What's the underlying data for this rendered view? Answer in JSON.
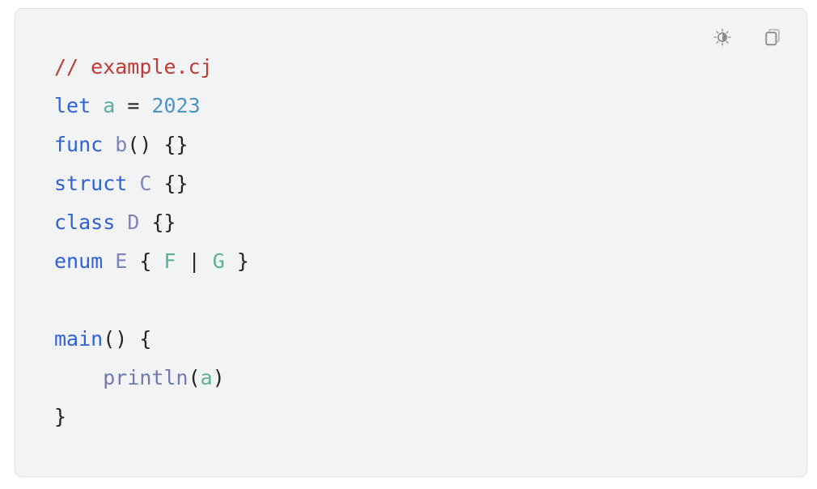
{
  "card": {
    "background_color": "#f1f3f4",
    "border_color": "#e2e4e6",
    "language": "cj"
  },
  "toolbar": {
    "items": [
      {
        "name": "brightness-icon",
        "label": "Toggle theme brightness"
      },
      {
        "name": "copy-icon",
        "label": "Copy code"
      }
    ]
  },
  "colors": {
    "comment": "#bf3b34",
    "keyword": "#2f62d8",
    "identifier": "#7b85b9",
    "enum_value": "#5bb099",
    "variable": "#5bb099",
    "number": "#4e93c6",
    "punctuation": "#222326",
    "function_call": "#6f7cab"
  },
  "code": {
    "lines": [
      {
        "index": 1,
        "text": "// example.cj",
        "tokens": [
          {
            "t": "// example.cj",
            "c": "comment"
          }
        ]
      },
      {
        "index": 2,
        "text": "let a = 2023",
        "tokens": [
          {
            "t": "let",
            "c": "keyword"
          },
          {
            "t": " ",
            "c": "punct"
          },
          {
            "t": "a",
            "c": "var"
          },
          {
            "t": " ",
            "c": "punct"
          },
          {
            "t": "=",
            "c": "op"
          },
          {
            "t": " ",
            "c": "punct"
          },
          {
            "t": "2023",
            "c": "number"
          }
        ]
      },
      {
        "index": 3,
        "text": "func b() {}",
        "tokens": [
          {
            "t": "func",
            "c": "keyword"
          },
          {
            "t": " ",
            "c": "punct"
          },
          {
            "t": "b",
            "c": "ident"
          },
          {
            "t": "() {}",
            "c": "punct"
          }
        ]
      },
      {
        "index": 4,
        "text": "struct C {}",
        "tokens": [
          {
            "t": "struct",
            "c": "keyword"
          },
          {
            "t": " ",
            "c": "punct"
          },
          {
            "t": "C",
            "c": "ident"
          },
          {
            "t": " {}",
            "c": "punct"
          }
        ]
      },
      {
        "index": 5,
        "text": "class D {}",
        "tokens": [
          {
            "t": "class",
            "c": "keyword"
          },
          {
            "t": " ",
            "c": "punct"
          },
          {
            "t": "D",
            "c": "ident"
          },
          {
            "t": " {}",
            "c": "punct"
          }
        ]
      },
      {
        "index": 6,
        "text": "enum E { F | G }",
        "tokens": [
          {
            "t": "enum",
            "c": "keyword"
          },
          {
            "t": " ",
            "c": "punct"
          },
          {
            "t": "E",
            "c": "ident"
          },
          {
            "t": " { ",
            "c": "punct"
          },
          {
            "t": "F",
            "c": "enumval"
          },
          {
            "t": " | ",
            "c": "punct"
          },
          {
            "t": "G",
            "c": "enumval"
          },
          {
            "t": " }",
            "c": "punct"
          }
        ]
      },
      {
        "index": 7,
        "text": "",
        "tokens": []
      },
      {
        "index": 8,
        "text": "main() {",
        "tokens": [
          {
            "t": "main",
            "c": "func"
          },
          {
            "t": "() {",
            "c": "punct"
          }
        ]
      },
      {
        "index": 9,
        "text": "    println(a)",
        "tokens": [
          {
            "t": "    ",
            "c": "punct"
          },
          {
            "t": "println",
            "c": "call"
          },
          {
            "t": "(",
            "c": "punct"
          },
          {
            "t": "a",
            "c": "var"
          },
          {
            "t": ")",
            "c": "punct"
          }
        ]
      },
      {
        "index": 10,
        "text": "}",
        "tokens": [
          {
            "t": "}",
            "c": "punct"
          }
        ]
      }
    ]
  }
}
